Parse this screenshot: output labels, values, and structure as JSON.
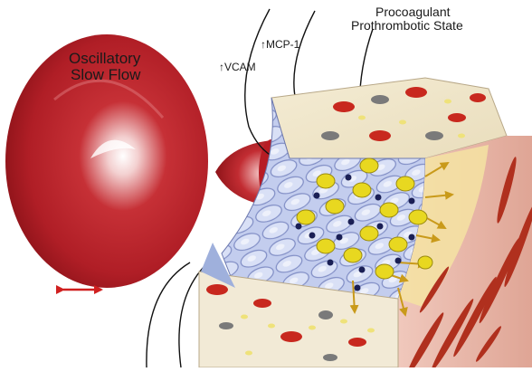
{
  "labels": {
    "flow": [
      "Oscillatory",
      "Slow Flow"
    ],
    "vcam": "↑VCAM",
    "mcp1": "↑MCP-1",
    "state": [
      "Procoagulant",
      "Prothrombotic State"
    ]
  },
  "icons": {
    "flow_vortex": "red-vortex",
    "bidirectional_arrow": "double-headed-arrow",
    "adhesion_molecules": "yellow-mushroom-shapes",
    "monocytes": "dark-blue-dots"
  },
  "colors": {
    "flow_red": "#c0202a",
    "endothelium_blue": "#b8c4e8",
    "adhesion_yellow": "#e8d820",
    "monocyte_blue": "#1a1f55",
    "media_pink": "#e9b7aa",
    "smooth_muscle_red": "#b0301e",
    "arrow_orange": "#c99a1a"
  }
}
